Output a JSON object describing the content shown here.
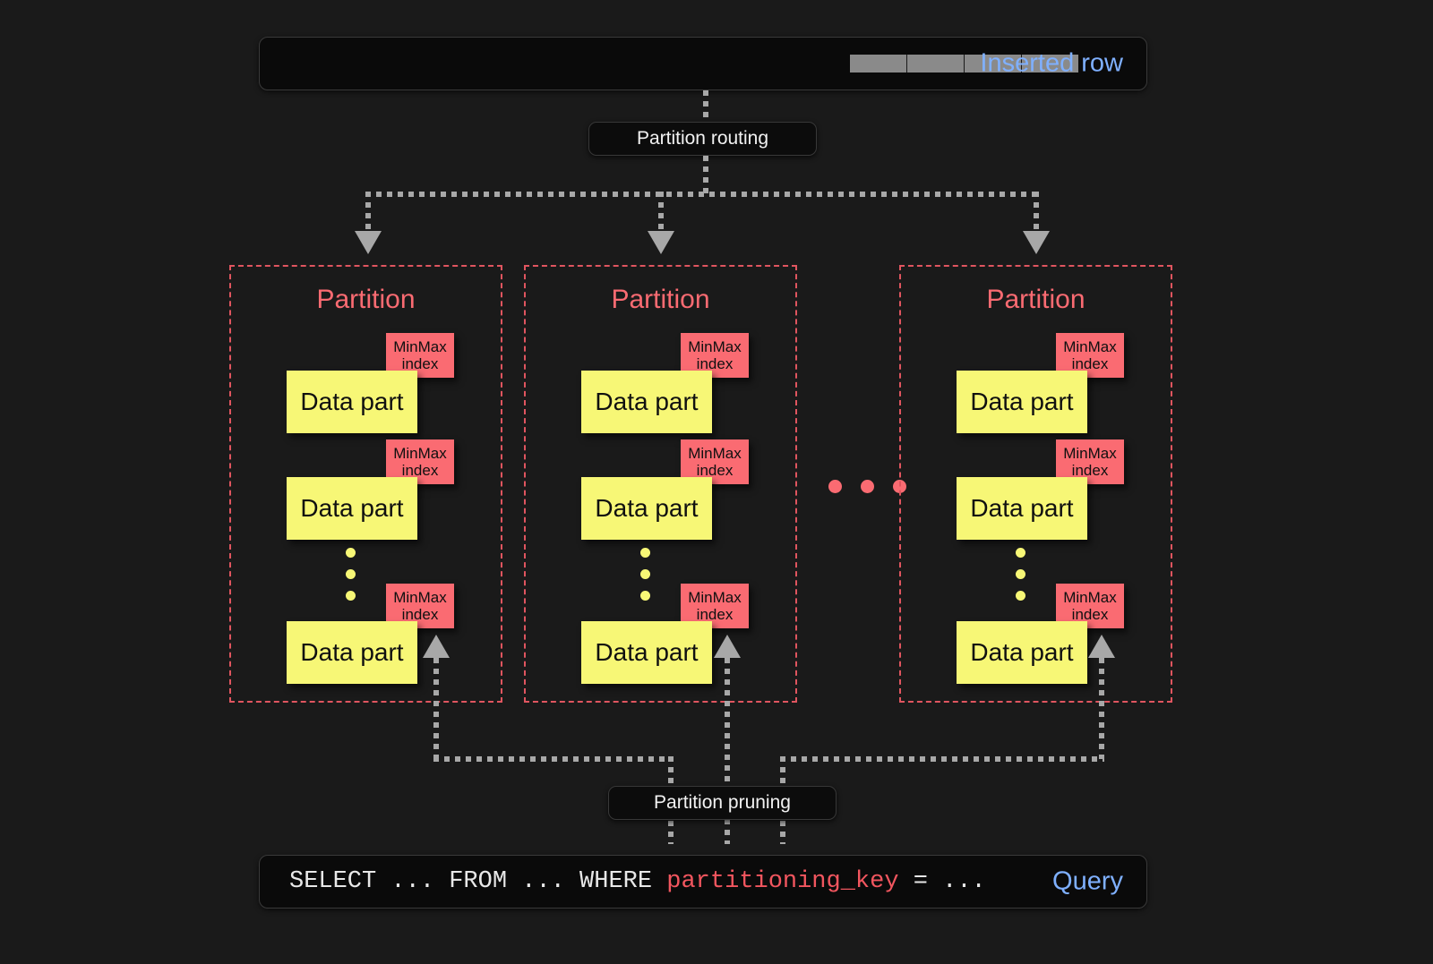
{
  "diagram": {
    "title": "Partition routing and partition pruning",
    "background_color": "#1a1a1a"
  },
  "colors": {
    "background": "#1a1a1a",
    "panel_bg": "#0a0a0a",
    "panel_border": "#3a3a3a",
    "accent_blue": "#7fb0ff",
    "accent_red": "#fa6b72",
    "partition_border": "#e0555f",
    "data_part_yellow": "#f7f776",
    "connector_gray": "#a8a8a8",
    "row_cell_gray": "#8a8a8a"
  },
  "inserted_row": {
    "label": "Inserted row",
    "cells": [
      "",
      "",
      "",
      ""
    ],
    "cell_count": 4
  },
  "routing": {
    "label": "Partition routing"
  },
  "pruning": {
    "label": "Partition pruning"
  },
  "partitions": [
    {
      "title": "Partition",
      "data_parts": [
        {
          "label": "Data part",
          "index_label_line1": "MinMax",
          "index_label_line2": "index"
        },
        {
          "label": "Data part",
          "index_label_line1": "MinMax",
          "index_label_line2": "index"
        },
        {
          "label": "Data part",
          "index_label_line1": "MinMax",
          "index_label_line2": "index"
        }
      ],
      "ellipsis": "vertical-three-dots"
    },
    {
      "title": "Partition",
      "data_parts": [
        {
          "label": "Data part",
          "index_label_line1": "MinMax",
          "index_label_line2": "index"
        },
        {
          "label": "Data part",
          "index_label_line1": "MinMax",
          "index_label_line2": "index"
        },
        {
          "label": "Data part",
          "index_label_line1": "MinMax",
          "index_label_line2": "index"
        }
      ],
      "ellipsis": "vertical-three-dots"
    },
    {
      "title": "Partition",
      "data_parts": [
        {
          "label": "Data part",
          "index_label_line1": "MinMax",
          "index_label_line2": "index"
        },
        {
          "label": "Data part",
          "index_label_line1": "MinMax",
          "index_label_line2": "index"
        },
        {
          "label": "Data part",
          "index_label_line1": "MinMax",
          "index_label_line2": "index"
        }
      ],
      "ellipsis": "vertical-three-dots"
    }
  ],
  "partition_ellipsis": {
    "description": "horizontal-three-dots-between-partitions",
    "dots": 3
  },
  "query": {
    "label": "Query",
    "sql_prefix": "SELECT ... FROM ... WHERE ",
    "sql_key": "partitioning_key",
    "sql_suffix": " = ..."
  }
}
